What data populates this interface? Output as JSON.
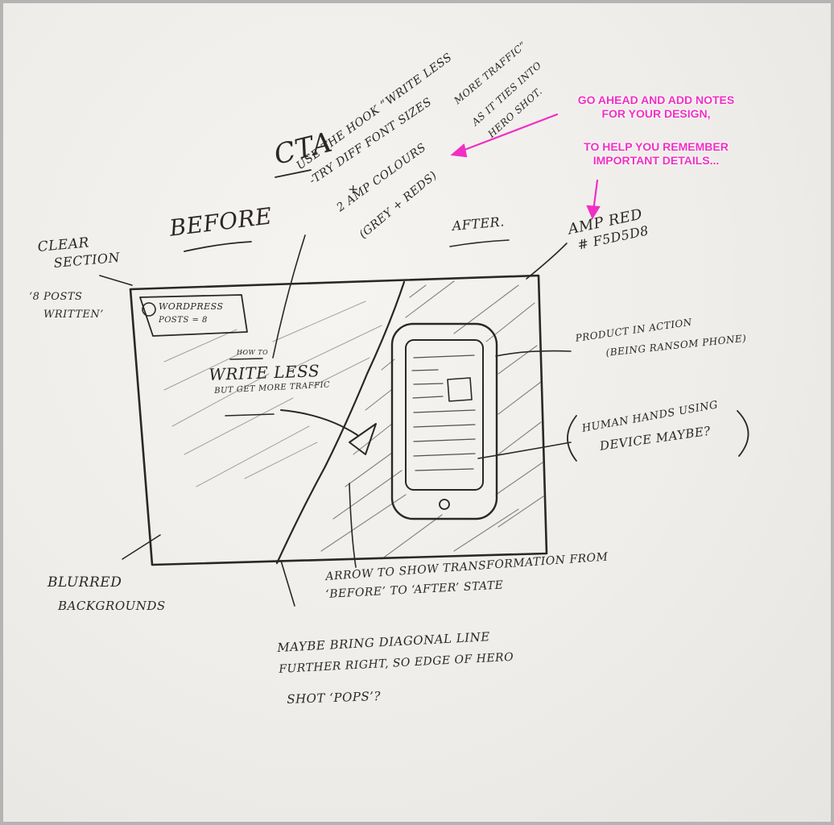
{
  "colors": {
    "ink": "#2b2724",
    "annotation": "#f02fc4",
    "paper": "#f1efeb",
    "frame": "#b4b4b4"
  },
  "notes": {
    "cta_title": "CTA",
    "cta_line1": "USE THE HOOK “WRITE LESS",
    "cta_line1b": "MORE TRAFFIC”",
    "cta_line2": "-TRY DIFF FONT SIZES",
    "cta_line2b": "AS IT TIES INTO",
    "cta_line2c": "HERO SHOT.",
    "cta_plus": "+",
    "cta_line3": "2 AMP COLOURS",
    "cta_line4": "(GREY + REDS)",
    "before": "BEFORE",
    "after": "AFTER.",
    "amp_red": "AMP RED",
    "amp_hex": "# F5D5D8",
    "clear_section_1": "CLEAR",
    "clear_section_2": "SECTION",
    "posts_written_1": "‘8 POSTS",
    "posts_written_2": "WRITTEN’",
    "product_in_action_1": "PRODUCT IN ACTION",
    "product_in_action_2": "(BEING RANSOM PHONE)",
    "human_hands_1": "HUMAN HANDS USING",
    "human_hands_2": "DEVICE MAYBE?",
    "blurred_1": "BLURRED",
    "blurred_2": "BACKGROUNDS",
    "arrow_note_1": "ARROW TO SHOW TRANSFORMATION FROM",
    "arrow_note_2": "‘BEFORE’ TO ‘AFTER’ STATE",
    "maybe_1": "MAYBE BRING DIAGONAL LINE",
    "maybe_2": "FURTHER RIGHT, SO EDGE OF HERO",
    "maybe_3": "SHOT ‘POPS’?"
  },
  "mockup": {
    "logo_text": "WORDPRESS",
    "posts_text": "POSTS = 8",
    "how_to": "HOW TO",
    "write_less": "WRITE LESS",
    "traffic": "BUT GET MORE TRAFFIC"
  },
  "callout": {
    "line1": "GO AHEAD AND ADD NOTES",
    "line2": "FOR YOUR DESIGN,",
    "line3": "TO HELP YOU REMEMBER",
    "line4": "IMPORTANT DETAILS..."
  }
}
